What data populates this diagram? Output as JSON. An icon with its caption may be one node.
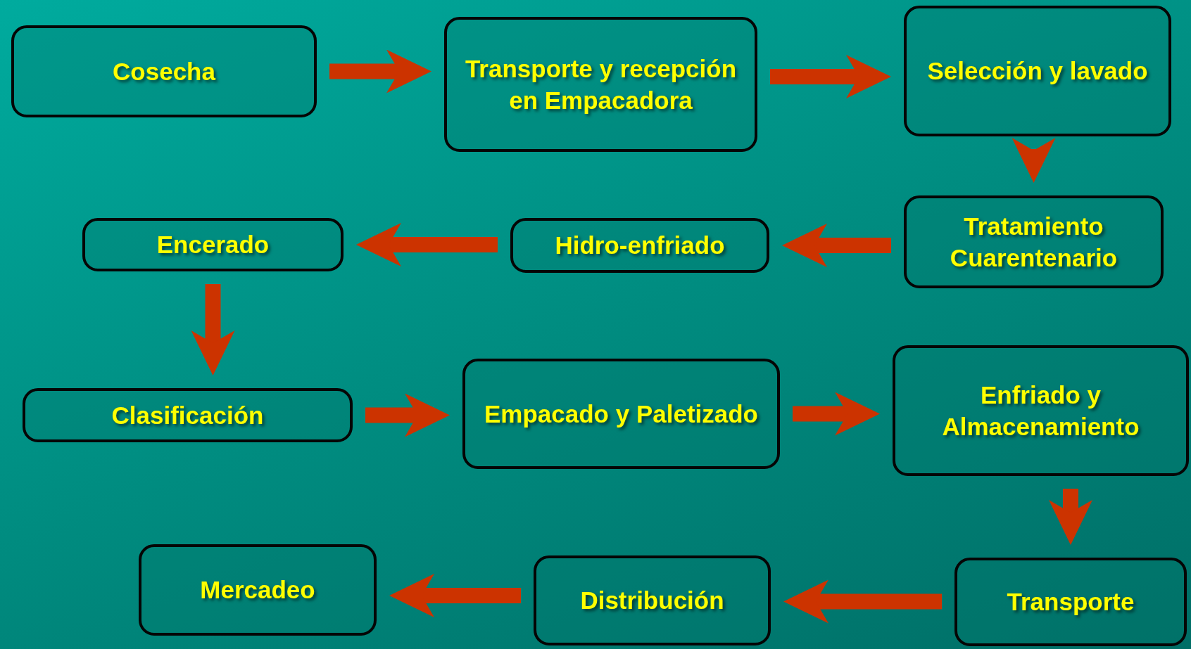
{
  "diagram": {
    "nodes": [
      {
        "text": [
          "Cosecha"
        ]
      },
      {
        "text": [
          "Transporte y recepción en Empacadora"
        ]
      },
      {
        "text": [
          "Selección y lavado"
        ]
      },
      {
        "text": [
          "Tratamiento Cuarentenario"
        ]
      },
      {
        "text": [
          "Hidro-enfriado"
        ]
      },
      {
        "text": [
          "Encerado"
        ]
      },
      {
        "text": [
          "Clasificación"
        ]
      },
      {
        "text": [
          "Empacado y Paletizado"
        ]
      },
      {
        "text": [
          "Enfriado y Almacenamiento"
        ]
      },
      {
        "text": [
          "Transporte"
        ]
      },
      {
        "text": [
          "Distribución"
        ]
      },
      {
        "text": [
          "Mercadeo"
        ]
      }
    ],
    "edges": [
      {
        "from": 0,
        "to": 1,
        "arrow": "to"
      },
      {
        "from": 1,
        "to": 2,
        "arrow": "to"
      },
      {
        "from": 2,
        "to": 3,
        "arrow": "to"
      },
      {
        "from": 3,
        "to": 4,
        "arrow": "to"
      },
      {
        "from": 4,
        "to": 5,
        "arrow": "to"
      },
      {
        "from": 5,
        "to": 6,
        "arrow": "to"
      },
      {
        "from": 6,
        "to": 7,
        "arrow": "to"
      },
      {
        "from": 7,
        "to": 8,
        "arrow": "to"
      },
      {
        "from": 8,
        "to": 9,
        "arrow": "to"
      },
      {
        "from": 9,
        "to": 10,
        "arrow": "to"
      },
      {
        "from": 10,
        "to": 11,
        "arrow": "to"
      }
    ]
  }
}
